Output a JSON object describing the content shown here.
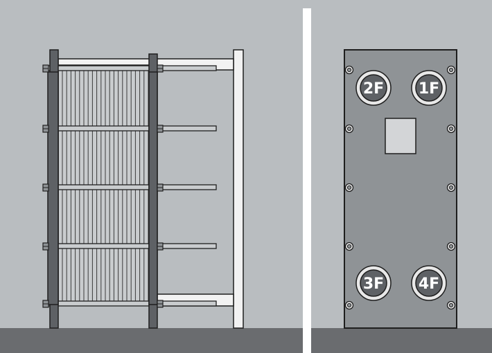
{
  "colors": {
    "background": "#b9bdc0",
    "floor": "#6a6c6f",
    "divider": "#ffffff",
    "frame_dark": "#5e6165",
    "plate": "#c9ccce",
    "outline": "#1e1e1e",
    "cover_plate": "#8f9396",
    "port_dark": "#5e6165",
    "port_ring": "#e8e8e8",
    "window": "#d3d5d7"
  },
  "front_view": {
    "ports": [
      {
        "id": "2F",
        "label": "2F"
      },
      {
        "id": "1F",
        "label": "1F"
      },
      {
        "id": "3F",
        "label": "3F"
      },
      {
        "id": "4F",
        "label": "4F"
      }
    ]
  }
}
